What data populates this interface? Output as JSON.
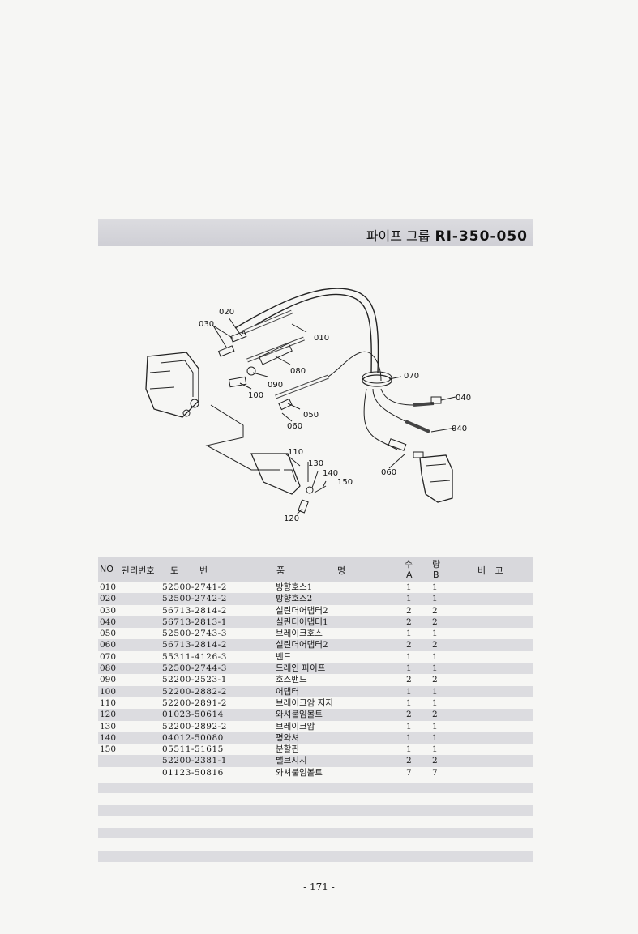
{
  "title": {
    "label": "파이프 그룹",
    "code": "RI-350-050"
  },
  "diagram": {
    "callouts": [
      "020",
      "030",
      "010",
      "080",
      "090",
      "100",
      "050",
      "060",
      "070",
      "040",
      "040",
      "060",
      "110",
      "130",
      "140",
      "150",
      "120"
    ]
  },
  "table": {
    "headers": {
      "no": "NO",
      "mgmt": "관리번호",
      "drawing_1": "도",
      "drawing_2": "번",
      "name_1": "품",
      "name_2": "명",
      "qty_1": "수",
      "qty_2": "량",
      "qty_a": "A",
      "qty_b": "B",
      "remarks": "비 고"
    },
    "rows": [
      {
        "no": "010",
        "part": "52500-2741-2",
        "name": "방향호스1",
        "a": "1",
        "b": "1"
      },
      {
        "no": "020",
        "part": "52500-2742-2",
        "name": "방향호스2",
        "a": "1",
        "b": "1"
      },
      {
        "no": "030",
        "part": "56713-2814-2",
        "name": "실린더어댑터2",
        "a": "2",
        "b": "2"
      },
      {
        "no": "040",
        "part": "56713-2813-1",
        "name": "실린더어댑터1",
        "a": "2",
        "b": "2"
      },
      {
        "no": "050",
        "part": "52500-2743-3",
        "name": "브레이크호스",
        "a": "1",
        "b": "1"
      },
      {
        "no": "060",
        "part": "56713-2814-2",
        "name": "실린더어댑터2",
        "a": "2",
        "b": "2"
      },
      {
        "no": "070",
        "part": "55311-4126-3",
        "name": "밴드",
        "a": "1",
        "b": "1"
      },
      {
        "no": "080",
        "part": "52500-2744-3",
        "name": "드레인 파이프",
        "a": "1",
        "b": "1"
      },
      {
        "no": "090",
        "part": "52200-2523-1",
        "name": "호스밴드",
        "a": "2",
        "b": "2"
      },
      {
        "no": "100",
        "part": "52200-2882-2",
        "name": "어댑터",
        "a": "1",
        "b": "1"
      },
      {
        "no": "110",
        "part": "52200-2891-2",
        "name": "브레이크암 지지",
        "a": "1",
        "b": "1"
      },
      {
        "no": "120",
        "part": "01023-50614",
        "name": "와셔붙임볼트",
        "a": "2",
        "b": "2"
      },
      {
        "no": "130",
        "part": "52200-2892-2",
        "name": "브레이크암",
        "a": "1",
        "b": "1"
      },
      {
        "no": "140",
        "part": "04012-50080",
        "name": "평와셔",
        "a": "1",
        "b": "1"
      },
      {
        "no": "150",
        "part": "05511-51615",
        "name": "분할핀",
        "a": "1",
        "b": "1"
      },
      {
        "no": "",
        "part": "52200-2381-1",
        "name": "밸브지지",
        "a": "2",
        "b": "2"
      },
      {
        "no": "",
        "part": "01123-50816",
        "name": "와셔붙임볼트",
        "a": "7",
        "b": "7"
      }
    ]
  },
  "page_number": "- 171 -"
}
